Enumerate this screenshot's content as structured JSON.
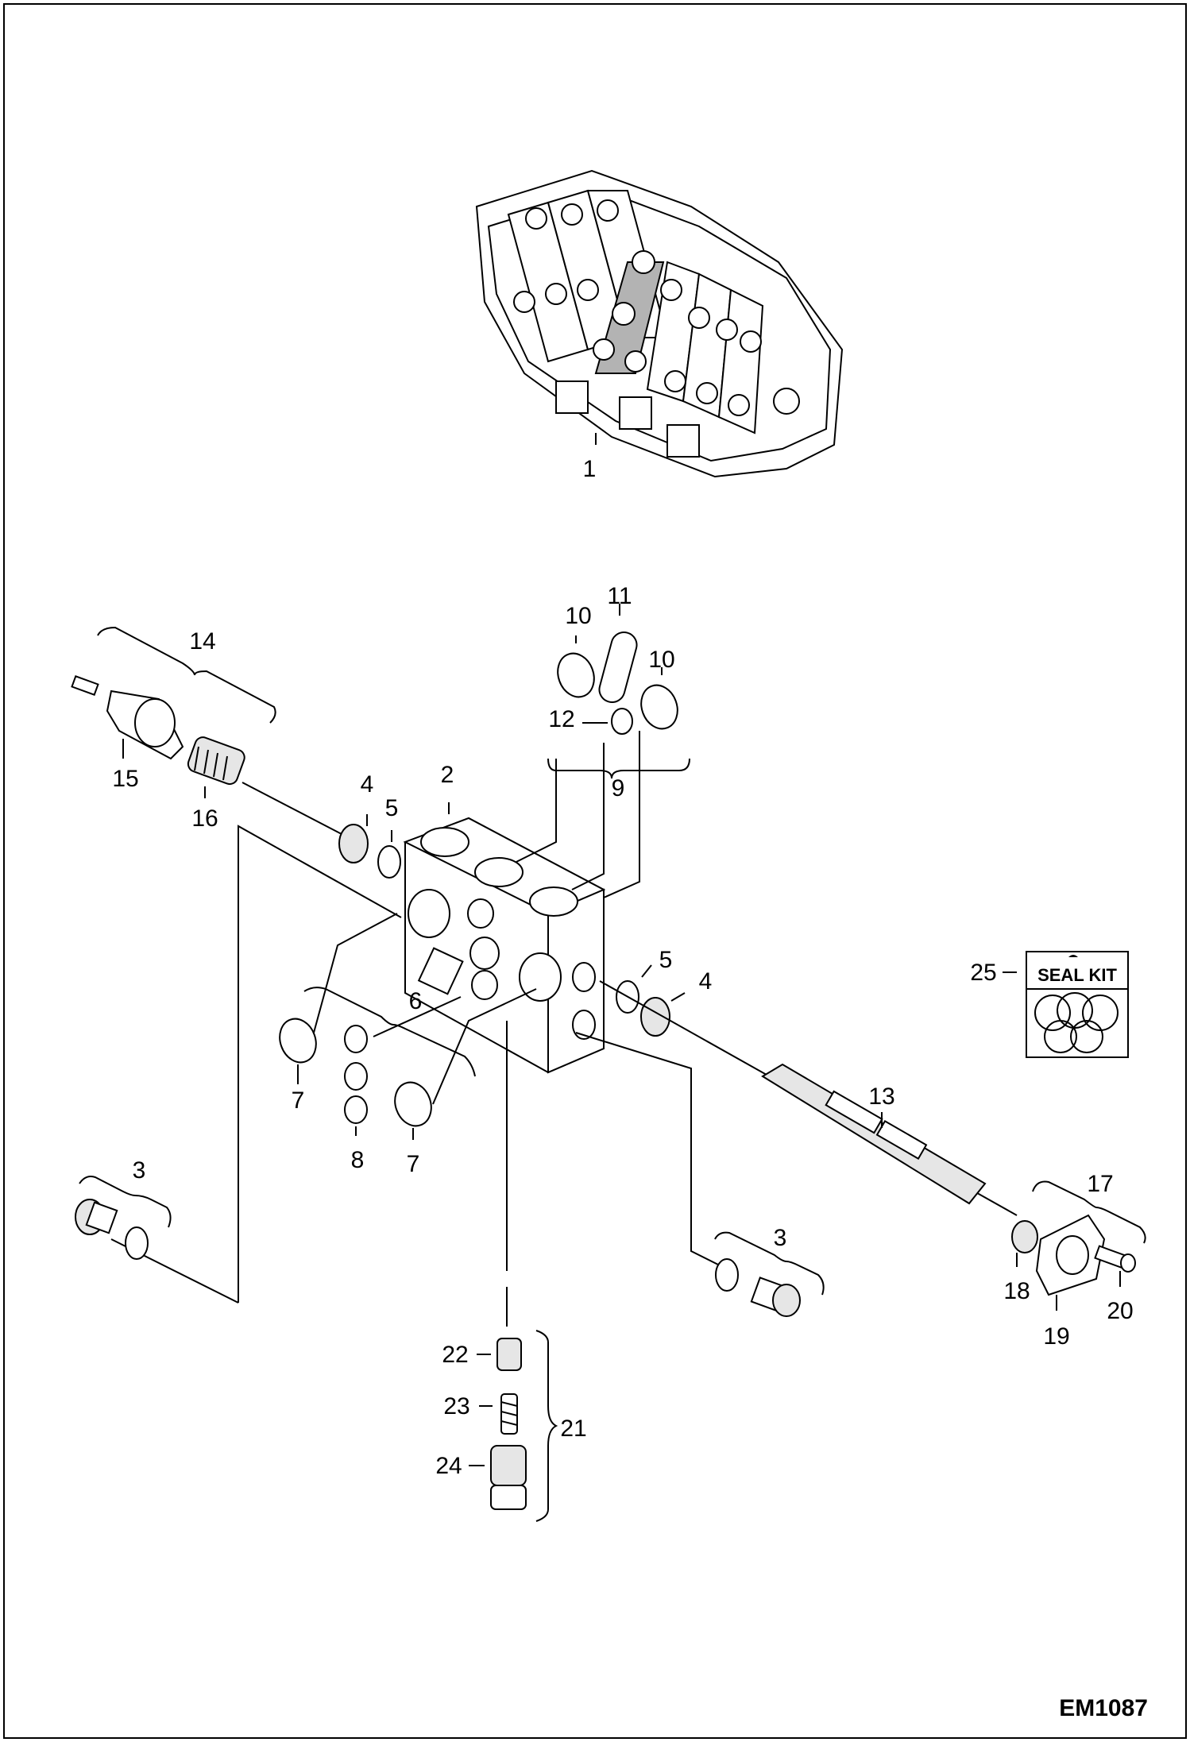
{
  "document": {
    "id": "EM1087"
  },
  "seal_kit": {
    "label": "SEAL KIT"
  },
  "callouts": {
    "c1": "1",
    "c2": "2",
    "c3a": "3",
    "c3b": "3",
    "c4a": "4",
    "c4b": "4",
    "c5a": "5",
    "c5b": "5",
    "c6": "6",
    "c7a": "7",
    "c7b": "7",
    "c8": "8",
    "c9": "9",
    "c10a": "10",
    "c10b": "10",
    "c11": "11",
    "c12": "12",
    "c13": "13",
    "c14": "14",
    "c15": "15",
    "c16": "16",
    "c17": "17",
    "c18": "18",
    "c19": "19",
    "c20": "20",
    "c21": "21",
    "c22": "22",
    "c23": "23",
    "c24": "24",
    "c25": "25"
  }
}
